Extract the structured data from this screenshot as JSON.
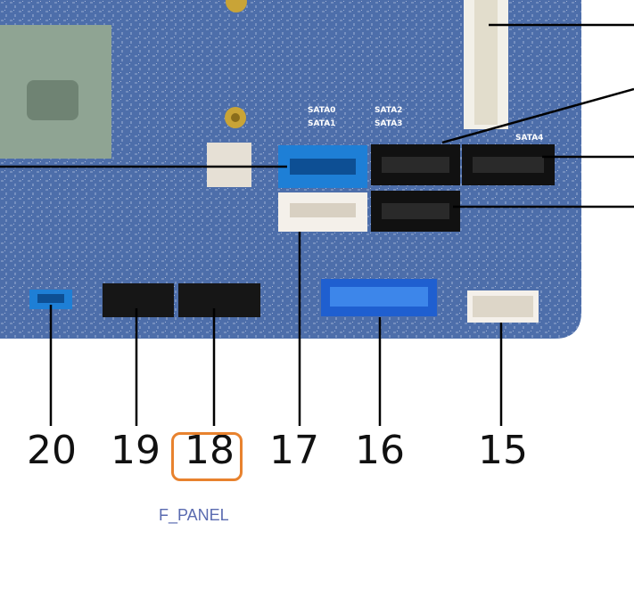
{
  "board": {
    "silkscreen": {
      "sata0": "SATA0",
      "sata1": "SATA1",
      "sata2": "SATA2",
      "sata3": "SATA3",
      "sata4": "SATA4"
    }
  },
  "callouts": [
    "20",
    "19",
    "18",
    "17",
    "16",
    "15"
  ],
  "highlight": {
    "callout": "18",
    "label": "F_PANEL",
    "color": "#e8822e"
  },
  "colors": {
    "pcb": "#4a6ba8",
    "sata_blue": "#1e7fd6",
    "usb_header": "#1f5fd0",
    "leader": "#000000",
    "label_text": "#5a6bb0"
  }
}
